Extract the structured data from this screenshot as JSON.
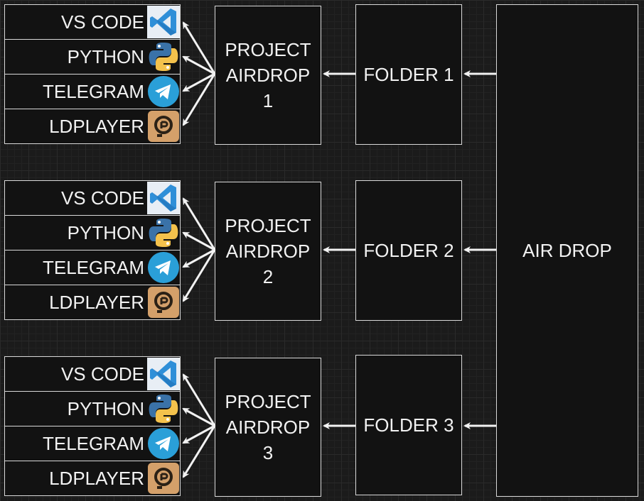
{
  "groups": [
    {
      "project_label": "PROJECT\nAIRDROP\n1",
      "folder_label": "FOLDER 1",
      "tools": [
        {
          "label": "VS CODE",
          "icon": "vscode-icon"
        },
        {
          "label": "PYTHON",
          "icon": "python-icon"
        },
        {
          "label": "TELEGRAM",
          "icon": "telegram-icon"
        },
        {
          "label": "LDPLAYER",
          "icon": "ldplayer-icon"
        }
      ]
    },
    {
      "project_label": "PROJECT\nAIRDROP\n2",
      "folder_label": "FOLDER 2",
      "tools": [
        {
          "label": "VS CODE",
          "icon": "vscode-icon"
        },
        {
          "label": "PYTHON",
          "icon": "python-icon"
        },
        {
          "label": "TELEGRAM",
          "icon": "telegram-icon"
        },
        {
          "label": "LDPLAYER",
          "icon": "ldplayer-icon"
        }
      ]
    },
    {
      "project_label": "PROJECT\nAIRDROP\n3",
      "folder_label": "FOLDER 3",
      "tools": [
        {
          "label": "VS CODE",
          "icon": "vscode-icon"
        },
        {
          "label": "PYTHON",
          "icon": "python-icon"
        },
        {
          "label": "TELEGRAM",
          "icon": "telegram-icon"
        },
        {
          "label": "LDPLAYER",
          "icon": "ldplayer-icon"
        }
      ]
    }
  ],
  "root_label": "AIR DROP",
  "colors": {
    "background": "#1b1b1b",
    "box_fill": "#121212",
    "stroke": "#d9d9d9",
    "text": "#f2f2f2",
    "vscode_blue": "#2f8fd8",
    "python_blue": "#3a72a8",
    "python_yellow": "#f4c24c",
    "telegram_blue": "#2a9fd8",
    "ldplayer_tan": "#d4a06a"
  }
}
